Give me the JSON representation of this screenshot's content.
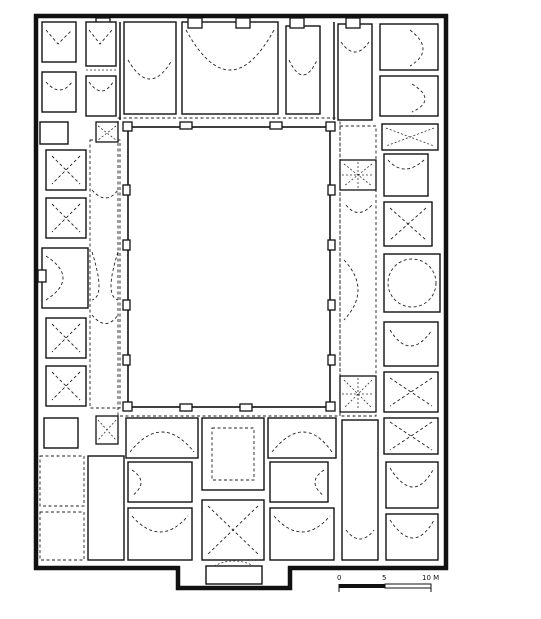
{
  "scale_bar": {
    "labels": [
      "0",
      "5",
      "10 M"
    ]
  }
}
